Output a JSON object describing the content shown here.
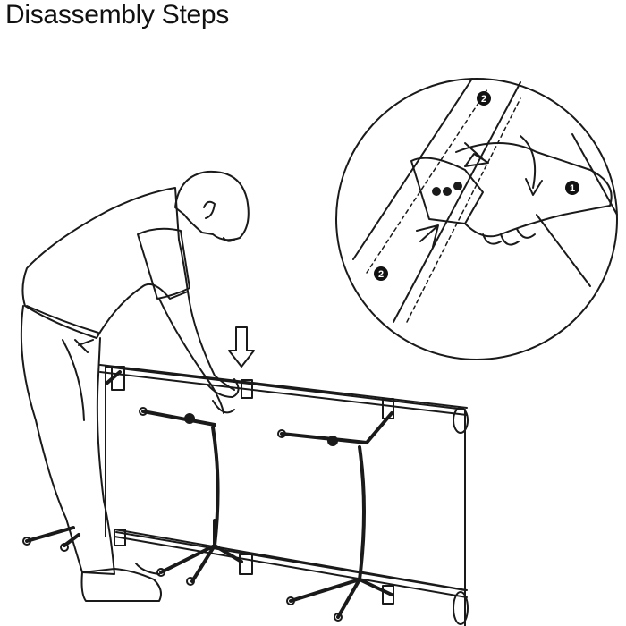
{
  "title": "Disassembly Steps",
  "callouts": {
    "step_1": "1",
    "step_2a": "2",
    "step_2b": "2"
  },
  "colors": {
    "stroke": "#1a1a1a",
    "background": "#ffffff",
    "marker": "#111111"
  }
}
